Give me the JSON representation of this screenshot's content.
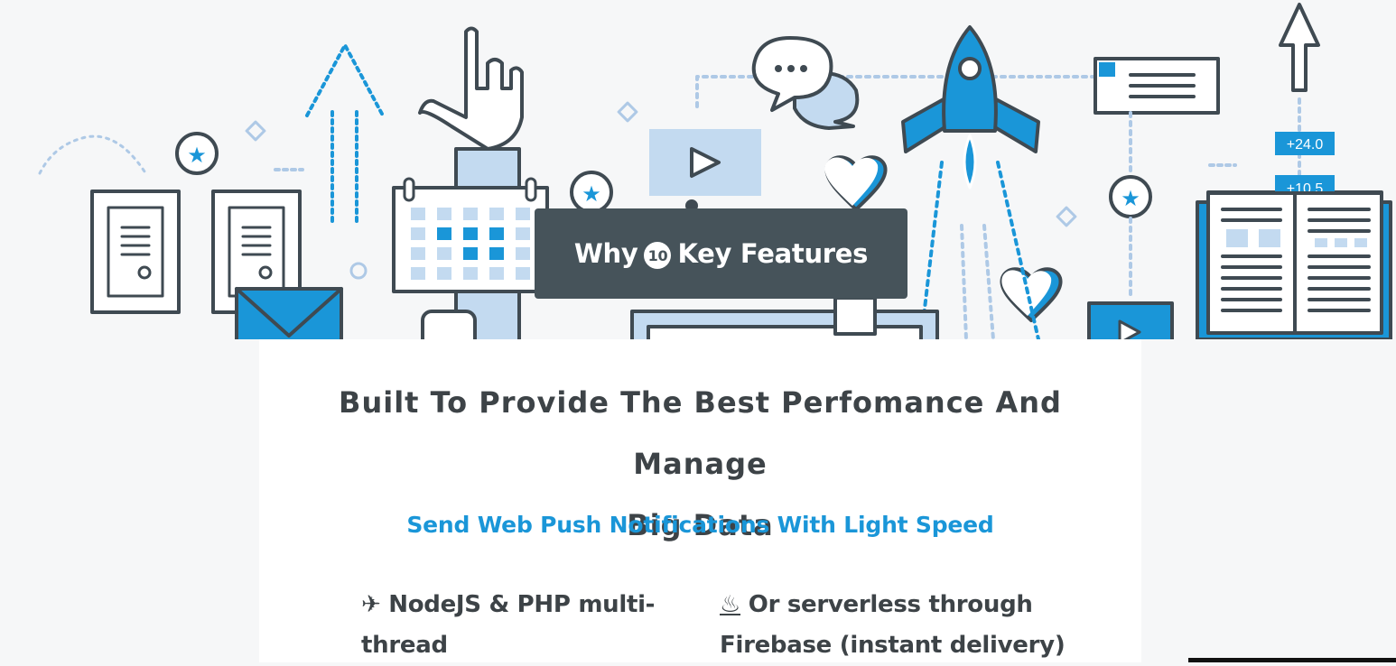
{
  "hero": {
    "badge": {
      "pre": "Why",
      "number": "10",
      "post": "Key Features"
    },
    "chart_tags": [
      "+24.0",
      "+10.5"
    ]
  },
  "section": {
    "title_line1": "Built To Provide The Best Perfomance And Manage",
    "title_line2": "Big Data",
    "subtitle": "Send Web Push Notifications With Light Speed",
    "features": [
      {
        "icon": "airplane-icon",
        "glyph": "✈",
        "line1": "NodeJS & PHP multi-",
        "line2": "thread"
      },
      {
        "icon": "fire-icon",
        "glyph": "♨",
        "line1": "Or serverless through",
        "line2": "Firebase (instant delivery)"
      }
    ]
  },
  "colors": {
    "accent": "#1a96d8",
    "dark": "#46535a",
    "light_blue": "#c3daf0"
  }
}
